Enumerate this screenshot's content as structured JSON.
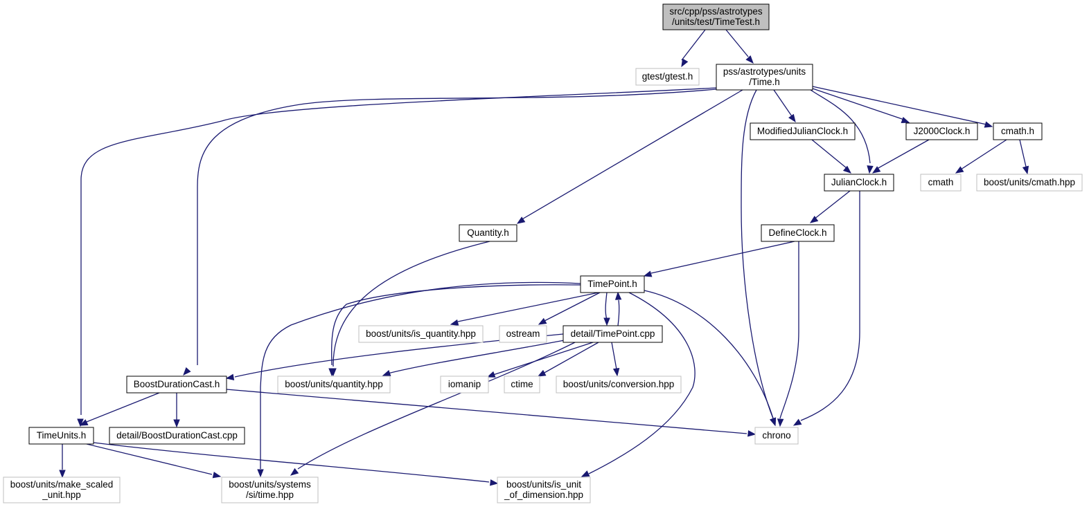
{
  "colors": {
    "edge": "#191970",
    "node_border": "#000000",
    "external_border": "#bfbfbf",
    "root_fill": "#bfbfbf",
    "node_fill": "#ffffff"
  },
  "nodes": [
    {
      "id": "root",
      "kind": "root",
      "lines": [
        "src/cpp/pss/astrotypes",
        "/units/test/TimeTest.h"
      ]
    },
    {
      "id": "gtest",
      "kind": "external",
      "lines": [
        "gtest/gtest.h"
      ]
    },
    {
      "id": "time",
      "kind": "file",
      "lines": [
        "pss/astrotypes/units",
        "/Time.h"
      ]
    },
    {
      "id": "mjc",
      "kind": "file",
      "lines": [
        "ModifiedJulianClock.h"
      ]
    },
    {
      "id": "j2000",
      "kind": "file",
      "lines": [
        "J2000Clock.h"
      ]
    },
    {
      "id": "cmathh",
      "kind": "file",
      "lines": [
        "cmath.h"
      ]
    },
    {
      "id": "julian",
      "kind": "file",
      "lines": [
        "JulianClock.h"
      ]
    },
    {
      "id": "cmath",
      "kind": "external",
      "lines": [
        "cmath"
      ]
    },
    {
      "id": "bucmath",
      "kind": "external",
      "lines": [
        "boost/units/cmath.hpp"
      ]
    },
    {
      "id": "quantityh",
      "kind": "file",
      "lines": [
        "Quantity.h"
      ]
    },
    {
      "id": "defclock",
      "kind": "file",
      "lines": [
        "DefineClock.h"
      ]
    },
    {
      "id": "timepoint",
      "kind": "file",
      "lines": [
        "TimePoint.h"
      ]
    },
    {
      "id": "isq",
      "kind": "external",
      "lines": [
        "boost/units/is_quantity.hpp"
      ]
    },
    {
      "id": "ostream",
      "kind": "external",
      "lines": [
        "ostream"
      ]
    },
    {
      "id": "tpcpp",
      "kind": "file",
      "lines": [
        "detail/TimePoint.cpp"
      ]
    },
    {
      "id": "bdc",
      "kind": "file",
      "lines": [
        "BoostDurationCast.h"
      ]
    },
    {
      "id": "buq",
      "kind": "external",
      "lines": [
        "boost/units/quantity.hpp"
      ]
    },
    {
      "id": "iomanip",
      "kind": "external",
      "lines": [
        "iomanip"
      ]
    },
    {
      "id": "ctime",
      "kind": "external",
      "lines": [
        "ctime"
      ]
    },
    {
      "id": "buconv",
      "kind": "external",
      "lines": [
        "boost/units/conversion.hpp"
      ]
    },
    {
      "id": "timeunits",
      "kind": "file",
      "lines": [
        "TimeUnits.h"
      ]
    },
    {
      "id": "bdccpp",
      "kind": "file",
      "lines": [
        "detail/BoostDurationCast.cpp"
      ]
    },
    {
      "id": "chrono",
      "kind": "external",
      "lines": [
        "chrono"
      ]
    },
    {
      "id": "bums",
      "kind": "external",
      "lines": [
        "boost/units/make_scaled",
        "_unit.hpp"
      ]
    },
    {
      "id": "bust",
      "kind": "external",
      "lines": [
        "boost/units/systems",
        "/si/time.hpp"
      ]
    },
    {
      "id": "buiud",
      "kind": "external",
      "lines": [
        "boost/units/is_unit",
        "_of_dimension.hpp"
      ]
    }
  ],
  "edges": [
    [
      "root",
      "gtest"
    ],
    [
      "root",
      "time"
    ],
    [
      "time",
      "timeunits"
    ],
    [
      "time",
      "bdc"
    ],
    [
      "time",
      "quantityh"
    ],
    [
      "time",
      "chrono"
    ],
    [
      "time",
      "mjc"
    ],
    [
      "time",
      "julian"
    ],
    [
      "time",
      "j2000"
    ],
    [
      "time",
      "cmathh"
    ],
    [
      "mjc",
      "julian"
    ],
    [
      "j2000",
      "julian"
    ],
    [
      "cmathh",
      "cmath"
    ],
    [
      "cmathh",
      "bucmath"
    ],
    [
      "julian",
      "defclock"
    ],
    [
      "julian",
      "chrono"
    ],
    [
      "quantityh",
      "buq"
    ],
    [
      "defclock",
      "timepoint"
    ],
    [
      "defclock",
      "chrono"
    ],
    [
      "timepoint",
      "isq"
    ],
    [
      "timepoint",
      "ostream"
    ],
    [
      "timepoint",
      "tpcpp"
    ],
    [
      "timepoint",
      "buq"
    ],
    [
      "timepoint",
      "bust"
    ],
    [
      "timepoint",
      "buiud"
    ],
    [
      "timepoint",
      "chrono"
    ],
    [
      "tpcpp",
      "timepoint"
    ],
    [
      "tpcpp",
      "bdc"
    ],
    [
      "tpcpp",
      "buq"
    ],
    [
      "tpcpp",
      "iomanip"
    ],
    [
      "tpcpp",
      "ctime"
    ],
    [
      "tpcpp",
      "buconv"
    ],
    [
      "tpcpp",
      "bust"
    ],
    [
      "bdc",
      "timeunits"
    ],
    [
      "bdc",
      "bdccpp"
    ],
    [
      "bdc",
      "chrono"
    ],
    [
      "timeunits",
      "bums"
    ],
    [
      "timeunits",
      "bust"
    ],
    [
      "timeunits",
      "buiud"
    ]
  ]
}
